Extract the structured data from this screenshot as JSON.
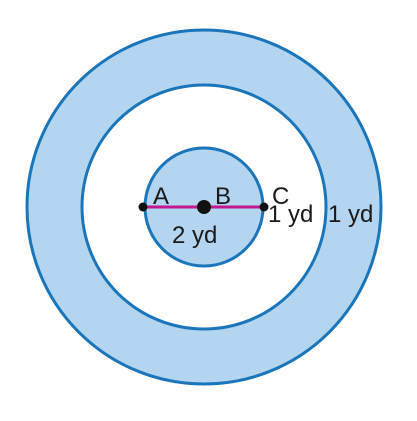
{
  "colors": {
    "ring_fill": "#b3d5f0",
    "ring_stroke": "#1a75bb",
    "segment": "#c2188f",
    "point": "#111111",
    "background": "#ffffff"
  },
  "points": {
    "a": "A",
    "b": "B",
    "c": "C"
  },
  "labels": {
    "diameter": "2 yd",
    "inner_gap": "1 yd",
    "outer_ring": "1 yd"
  }
}
